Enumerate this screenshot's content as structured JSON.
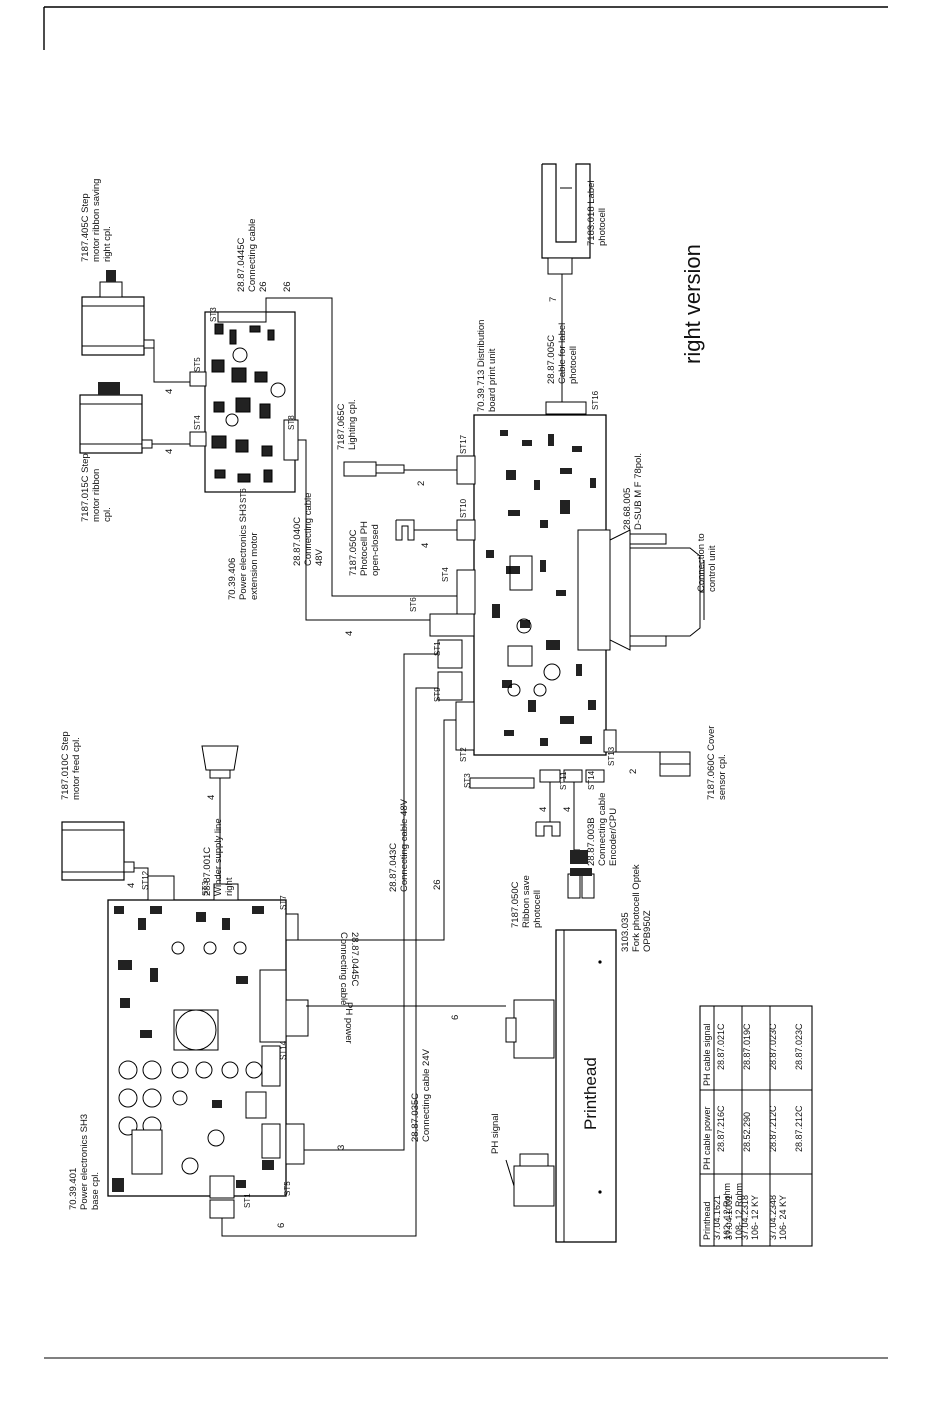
{
  "title": "right version",
  "labels": {
    "motor_saving": [
      "7187.405C Step",
      "motor ribbon saving",
      "right cpl."
    ],
    "motor_ribbon": [
      "7187.015C Step",
      "motor ribbon",
      "cpl."
    ],
    "cable_445_top": [
      "28.87.0445C",
      "Connecting cable",
      "26"
    ],
    "power_ext": [
      "70.39.406",
      "Power electronics SH3",
      "extension motor"
    ],
    "lighting": [
      "7187.065C",
      "Lighting cpl."
    ],
    "cable_040": [
      "28.87.040C",
      "Connecting cable",
      "48V"
    ],
    "photocell_open": [
      "7187.050C",
      "Photocell PH",
      "open-closed"
    ],
    "distribution": [
      "70.39.713 Distribution",
      "board print unit"
    ],
    "label_photocell": [
      "7183.018 Label",
      "photocell"
    ],
    "cable_label": [
      "28.87.005C",
      "Cable for label",
      "photocell"
    ],
    "dsub": [
      "28.68.005",
      "D-SUB M F 78pol."
    ],
    "control_unit": [
      "Connection to",
      "control unit"
    ],
    "cover_sensor": [
      "7187.060C Cover",
      "sensor cpl."
    ],
    "motor_feed": [
      "7187.010C Step",
      "motor feed cpl."
    ],
    "winder": [
      "28.87.001C",
      "Winder supply line",
      "right"
    ],
    "cable_043": [
      "28.87.043C",
      "Connecting cable 48V"
    ],
    "cable_003": [
      "28.87.003B",
      "Connecting cable",
      "Encoder/CPU"
    ],
    "ribbon_save": [
      "7187.050C",
      "Ribbon save",
      "photocell"
    ],
    "fork": [
      "3103.035",
      "Fork photocell Optek",
      "OPB950Z"
    ],
    "cable_0445_low": [
      "28.87.0445C",
      "Connecting cable"
    ],
    "power_base": [
      "70.39.401",
      "Power electronics SH3",
      "base cpl."
    ],
    "cable_035": [
      "28.87.035C",
      "Connecting cable 24V"
    ],
    "ph_signal": "PH signal",
    "ph_power": "PH power",
    "printhead": "Printhead"
  },
  "connectors": {
    "st3a": "ST3",
    "st5a": "ST5",
    "st4a": "ST4",
    "st6a": "ST6",
    "st8": "ST8",
    "st17": "ST17",
    "st16": "ST16",
    "st10": "ST10",
    "st4b": "ST4",
    "st6b": "ST6",
    "st1a": "ST1",
    "st9": "ST9",
    "st2": "ST2",
    "st3b": "ST3",
    "st11": "ST11",
    "st14a": "ST14",
    "st13": "ST13",
    "st12": "ST12",
    "st3c": "ST3",
    "st7": "ST7",
    "st14b": "ST14",
    "st5b": "ST5",
    "st1b": "ST1"
  },
  "wire_counts": {
    "w_4a": "4",
    "w_4b": "4",
    "w_26a": "26",
    "w_2a": "2",
    "w_4c": "4",
    "w_4d": "4",
    "w_7": "7",
    "w_2b": "2",
    "w_4e": "4",
    "w_4f": "4",
    "w_4g": "4",
    "w_4h": "4",
    "w_26b": "26",
    "w_6a": "6",
    "w_3": "3",
    "w_6b": "6"
  },
  "table": {
    "headers": [
      "Printhead",
      "PH cable power",
      "PH cable signal"
    ],
    "rows": [
      [
        "37.04.1621",
        "162- 12 Rohm",
        "28.87.216C",
        "28.87.021C"
      ],
      [
        "37.04.1001",
        "108- 12 Rohm",
        "28.52.290",
        "28.87.019C"
      ],
      [
        "37.04.2318",
        "106- 12 KY",
        "28.87.212C",
        "28.87.023C"
      ],
      [
        "37.04.2348",
        "106- 24 KY",
        "28.87.212C",
        "28.87.023C"
      ]
    ]
  }
}
